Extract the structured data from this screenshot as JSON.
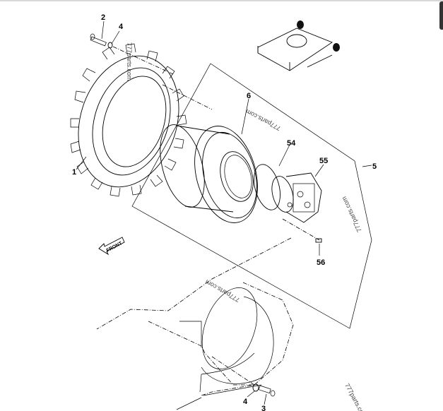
{
  "diagram": {
    "callouts": {
      "sprocket": "1",
      "bolt_top": "2",
      "washer_top": "4",
      "washer_bottom": "4",
      "bolt_bottom": "3",
      "travel_reduction_gear": "6",
      "o_ring": "54",
      "travel_motor": "55",
      "travel_device_assy": "5",
      "motor_bolt": "56"
    },
    "front_arrow": "FRONT",
    "watermarks": [
      "777parts.com",
      "777parts.com",
      "777parts.com",
      "777parts.com",
      "777parts.co"
    ]
  }
}
